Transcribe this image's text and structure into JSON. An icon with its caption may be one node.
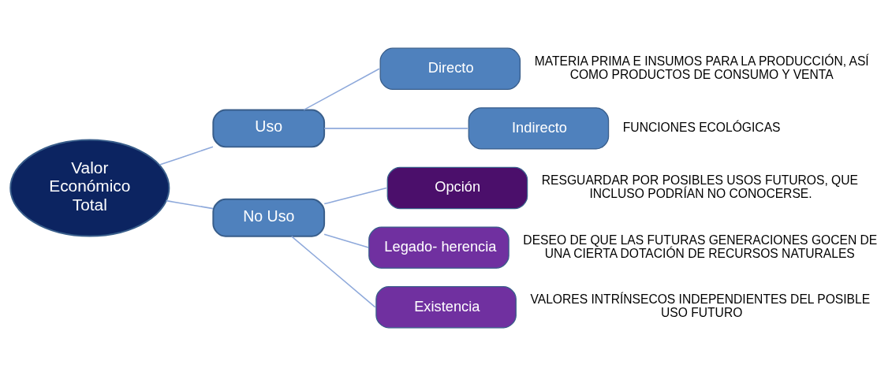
{
  "diagram": {
    "nodes": [
      {
        "text": [
          "Valor Económico Total"
        ]
      },
      {
        "text": [
          "Uso"
        ]
      },
      {
        "text": [
          "No Uso"
        ]
      },
      {
        "text": [
          "Directo"
        ],
        "beside": [
          "MATERIA PRIMA E INSUMOS PARA LA PRODUCCIÓN, ASÍ COMO PRODUCTOS DE CONSUMO Y VENTA"
        ]
      },
      {
        "text": [
          "Indirecto"
        ],
        "beside": [
          "FUNCIONES ECOLÓGICAS"
        ]
      },
      {
        "text": [
          "Opción"
        ],
        "beside": [
          "RESGUARDAR POR POSIBLES USOS FUTUROS, QUE INCLUSO PODRÍAN NO CONOCERSE."
        ]
      },
      {
        "text": [
          "Legado- herencia"
        ],
        "beside": [
          "DESEO DE QUE LAS FUTURAS GENERACIONES GOCEN DE UNA CIERTA DOTACIÓN DE RECURSOS NATURALES"
        ]
      },
      {
        "text": [
          "Existencia"
        ],
        "beside": [
          "VALORES INTRÍNSECOS INDEPENDIENTES DEL POSIBLE USO FUTURO"
        ]
      }
    ],
    "edges": [
      {
        "from": 0,
        "to": 1,
        "arrow": "none"
      },
      {
        "from": 0,
        "to": 2,
        "arrow": "none"
      },
      {
        "from": 1,
        "to": 3,
        "arrow": "none"
      },
      {
        "from": 1,
        "to": 4,
        "arrow": "none"
      },
      {
        "from": 2,
        "to": 5,
        "arrow": "none"
      },
      {
        "from": 2,
        "to": 6,
        "arrow": "none"
      },
      {
        "from": 2,
        "to": 7,
        "arrow": "none"
      }
    ]
  }
}
